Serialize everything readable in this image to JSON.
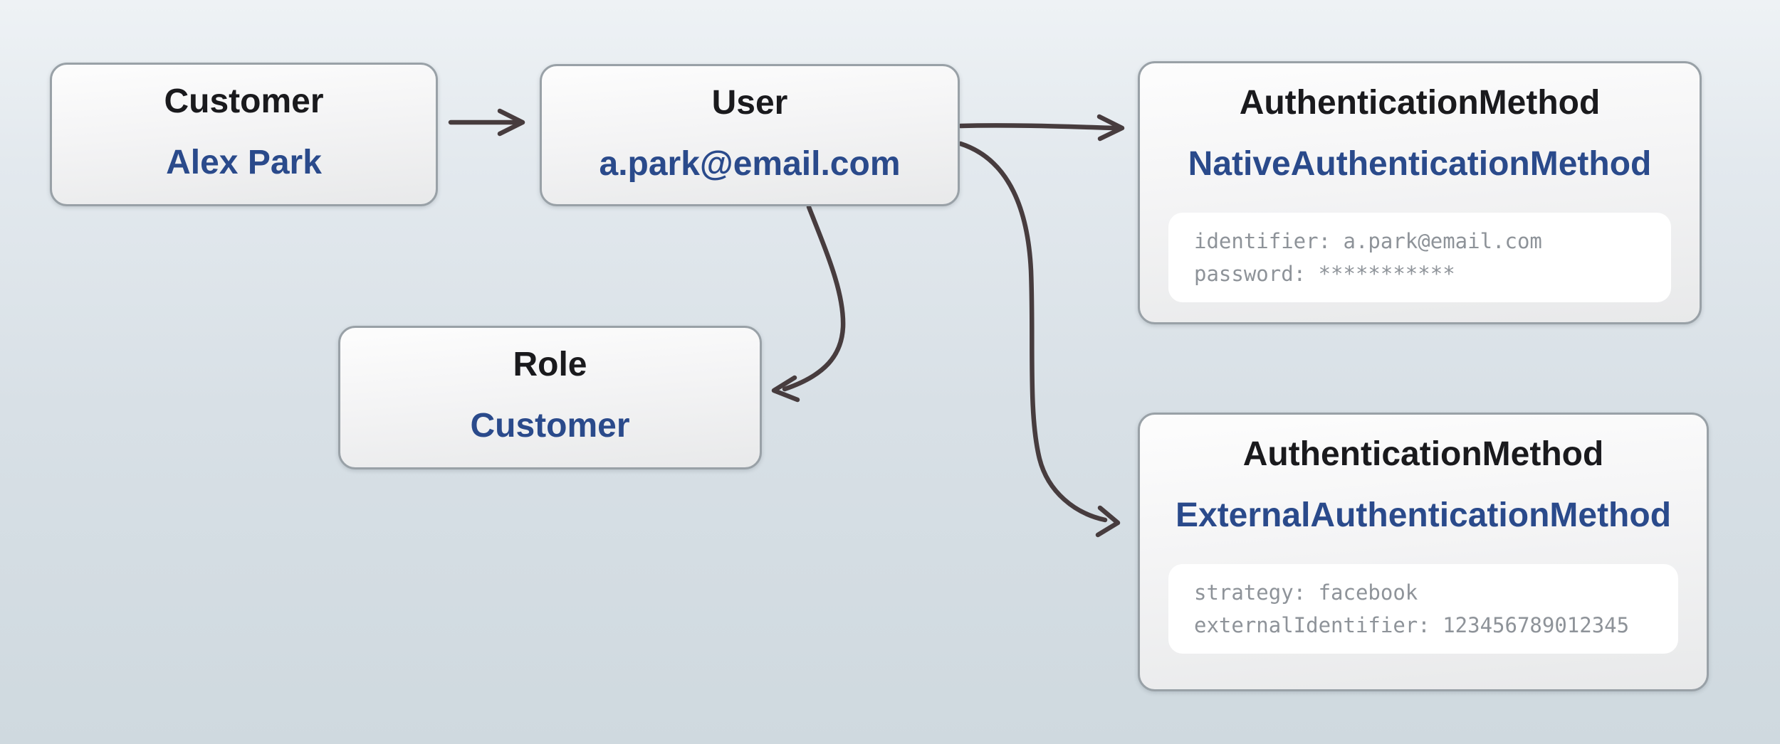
{
  "diagram": {
    "type": "entity-relationship-diagram",
    "colors": {
      "background_top": "#eef2f5",
      "background_bottom": "#cfd9df",
      "node_border": "#99a1a7",
      "title_text": "#1a1a1d",
      "value_text": "#2a4a8b",
      "attribute_text": "#8e9399",
      "arrow": "#473c3e"
    }
  },
  "nodes": {
    "customer": {
      "title": "Customer",
      "value": "Alex Park"
    },
    "user": {
      "title": "User",
      "value": "a.park@email.com"
    },
    "role": {
      "title": "Role",
      "value": "Customer"
    },
    "auth_native": {
      "title": "AuthenticationMethod",
      "value": "NativeAuthenticationMethod",
      "attributes": [
        "identifier: a.park@email.com",
        "password: ***********"
      ]
    },
    "auth_external": {
      "title": "AuthenticationMethod",
      "value": "ExternalAuthenticationMethod",
      "attributes": [
        "strategy: facebook",
        "externalIdentifier: 123456789012345"
      ]
    }
  },
  "edges": [
    {
      "from": "customer",
      "to": "user"
    },
    {
      "from": "user",
      "to": "auth_native"
    },
    {
      "from": "user",
      "to": "auth_external"
    },
    {
      "from": "user",
      "to": "role"
    }
  ]
}
